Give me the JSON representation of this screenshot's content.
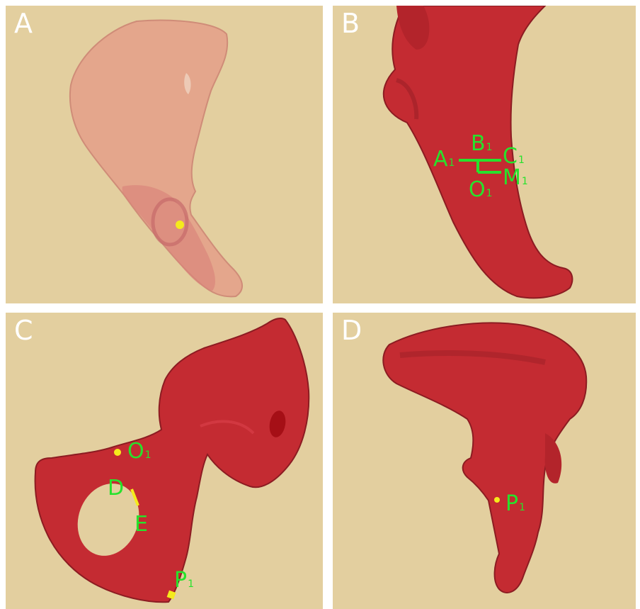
{
  "panels": {
    "a": {
      "label": "A"
    },
    "b": {
      "label": "B"
    },
    "c": {
      "label": "C"
    },
    "d": {
      "label": "D"
    }
  },
  "landmarks": {
    "a1": {
      "base": "A",
      "sub": "1"
    },
    "b1": {
      "base": "B",
      "sub": "1"
    },
    "c1": {
      "base": "C",
      "sub": "1"
    },
    "m1": {
      "base": "M",
      "sub": "1"
    },
    "o1_b": {
      "base": "O",
      "sub": "1"
    },
    "o1_c": {
      "base": "O",
      "sub": "1"
    },
    "d_c": {
      "base": "D",
      "sub": ""
    },
    "e_c": {
      "base": "E",
      "sub": ""
    },
    "p1_c": {
      "base": "P",
      "sub": "1"
    },
    "p1_d": {
      "base": "P",
      "sub": "1"
    }
  },
  "colors": {
    "background": "#e3cf9f",
    "bone": "#c42b32",
    "bone_translucent": "#e2a48a",
    "annotation": "#27e22c",
    "marker": "#f5ea1c",
    "panel_label": "#ffffff"
  }
}
